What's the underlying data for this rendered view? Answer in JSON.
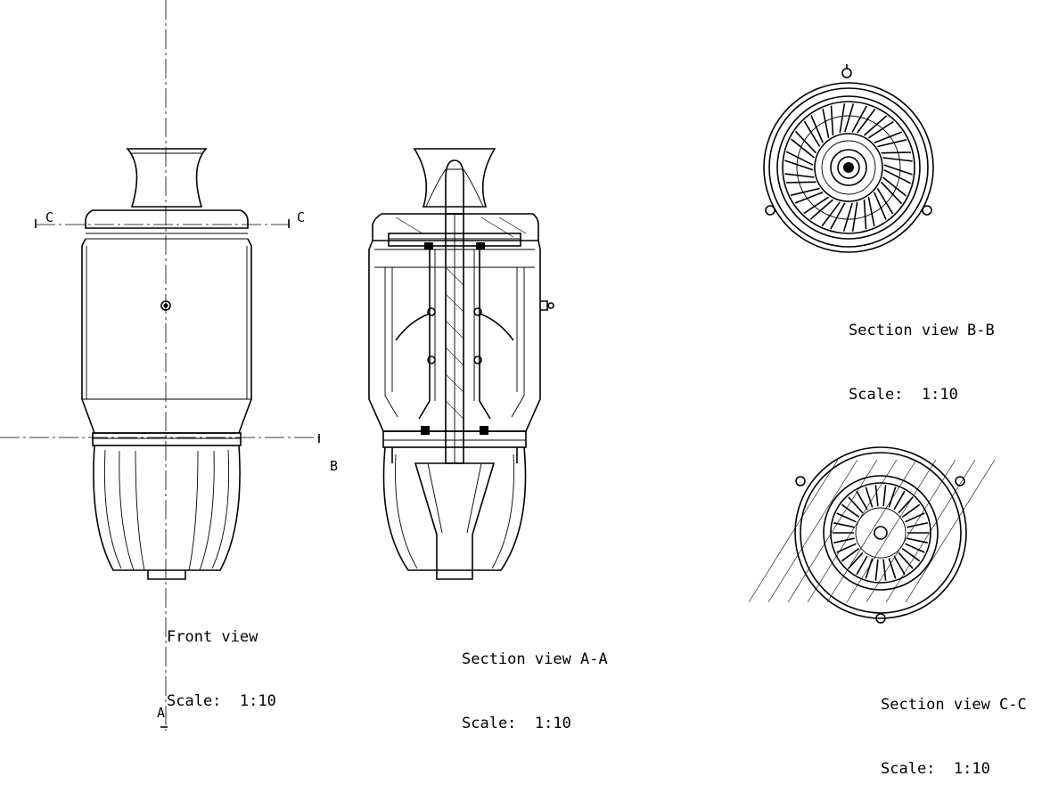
{
  "views": {
    "front": {
      "title": "Front view",
      "scale_label": "Scale:",
      "scale_value": "1:10"
    },
    "section_a": {
      "title": "Section view A-A",
      "scale_label": "Scale:",
      "scale_value": "1:10"
    },
    "section_b": {
      "title": "Section view B-B",
      "scale_label": "Scale:",
      "scale_value": "1:10"
    },
    "section_c": {
      "title": "Section view C-C",
      "scale_label": "Scale:",
      "scale_value": "1:10"
    }
  },
  "section_markers": {
    "a": "A",
    "b": "B",
    "c": "C"
  }
}
